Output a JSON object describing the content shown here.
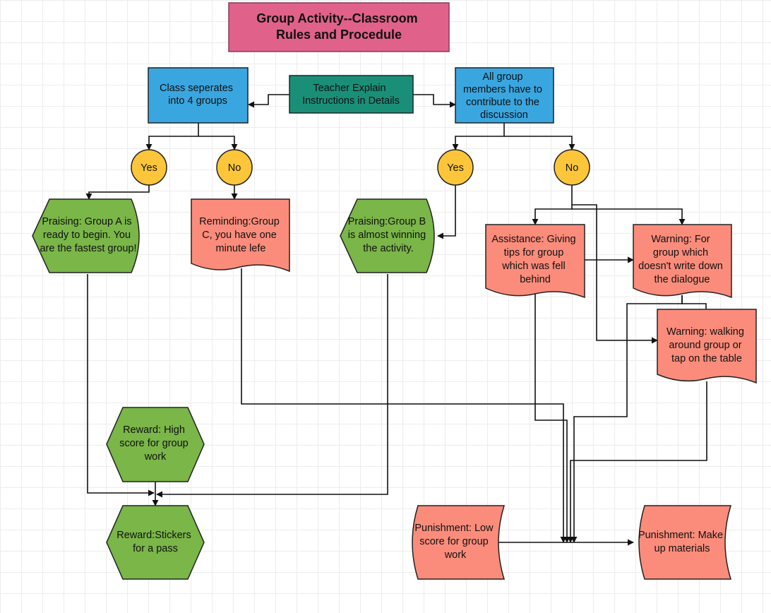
{
  "diagram": {
    "title": [
      "Group Activity--Classroom",
      "Rules and Procedule"
    ],
    "colors": {
      "title_fill": "#e0628a",
      "blue": "#3aa6e0",
      "teal": "#1a8f78",
      "yellow": "#fdc63a",
      "green": "#7ab648",
      "salmon": "#fb8c7b",
      "stroke": "#222222"
    },
    "nodes": {
      "teacher": [
        "Teacher Explain",
        "Instructions in Details"
      ],
      "class_sep": [
        "Class seperates",
        "into 4 groups"
      ],
      "all_members": [
        "All group",
        "members have to",
        "contribute to the",
        "discussion"
      ],
      "yes_left": "Yes",
      "no_left": "No",
      "yes_right": "Yes",
      "no_right": "No",
      "praise_a": [
        "Praising: Group A is",
        "ready to begin. You",
        "are the fastest group!"
      ],
      "remind_c": [
        "Reminding:Group",
        "C, you have one",
        "minute lefe"
      ],
      "praise_b": [
        "Praising:Group B",
        "is almost winning",
        "the activity."
      ],
      "assistance": [
        "Assistance: Giving",
        "tips for group",
        "which was fell",
        "behind"
      ],
      "warning_dialogue": [
        "Warning: For",
        "group which",
        "doesn't write down",
        "the dialogue"
      ],
      "warning_walk": [
        "Warning: walking",
        "around group or",
        "tap on the table"
      ],
      "reward_high": [
        "Reward: High",
        "score for group",
        "work"
      ],
      "reward_stickers": [
        "Reward:Stickers",
        "for a pass"
      ],
      "punish_low": [
        "Punishment: Low",
        "score for group",
        "work"
      ],
      "punish_makeup": [
        "Punishment: Make",
        "up materials"
      ]
    }
  }
}
